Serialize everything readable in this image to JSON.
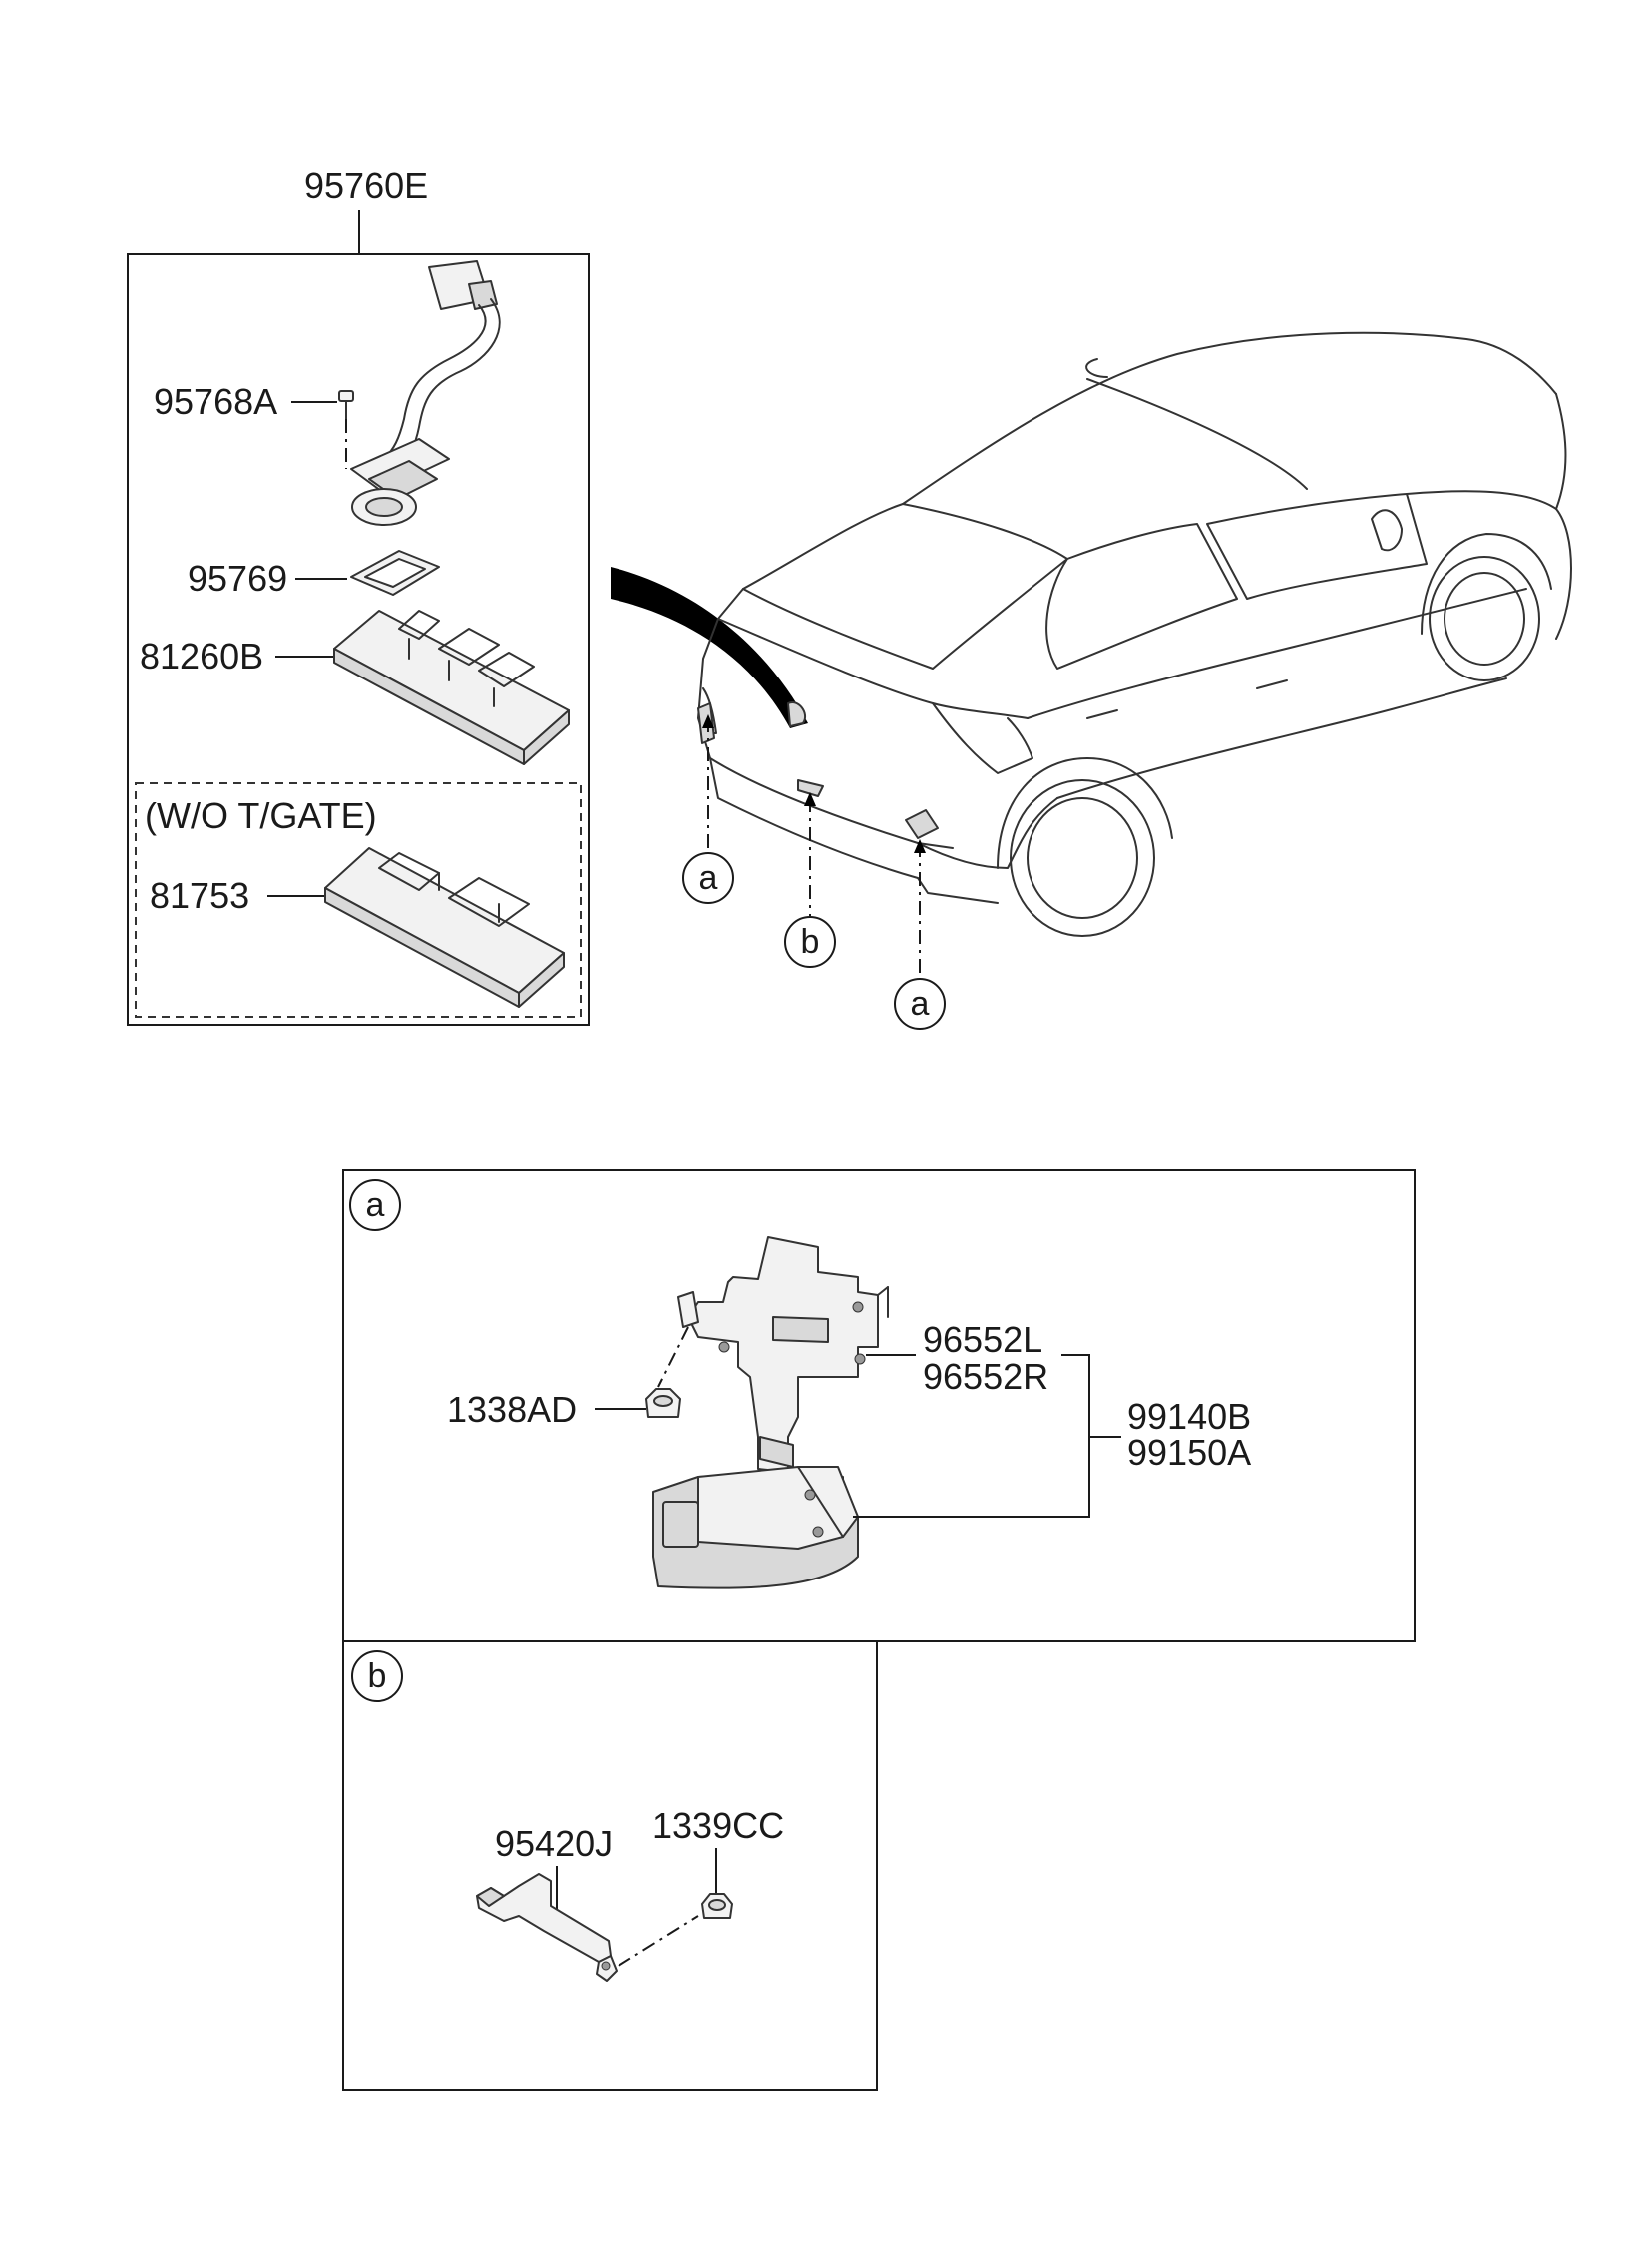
{
  "labels": {
    "camera_assembly": "95760E",
    "screw": "95768A",
    "gasket": "95769",
    "license_lamp_housing": "81260B",
    "wo_tgate_note": "(W/O T/GATE)",
    "housing_wo_tgate": "81753",
    "bracket_l": "96552L",
    "bracket_r": "96552R",
    "sensor_l": "99140B",
    "sensor_r": "99150A",
    "nut_a": "1338AD",
    "bracket_b": "95420J",
    "nut_b": "1339CC"
  },
  "callouts": {
    "a": "a",
    "b": "b"
  }
}
